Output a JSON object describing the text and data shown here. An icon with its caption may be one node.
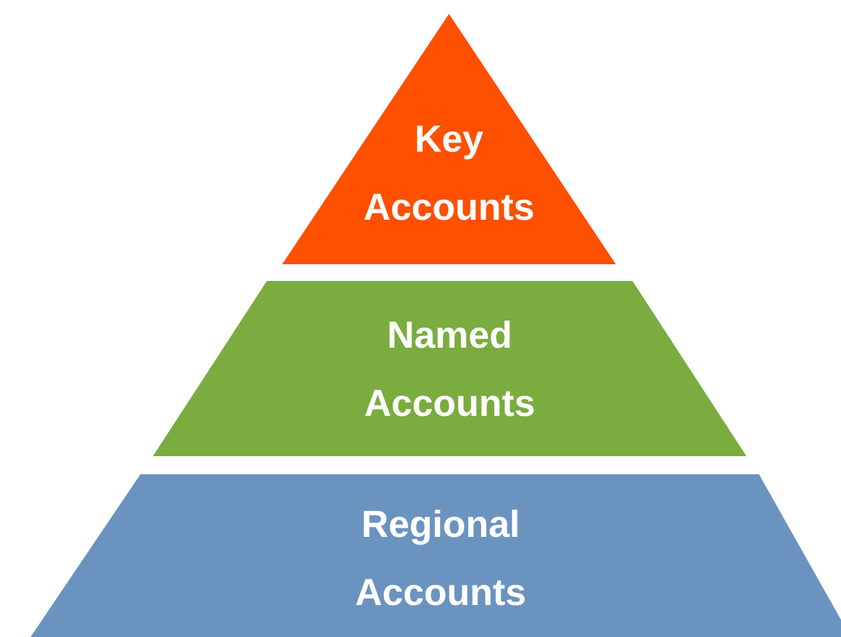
{
  "diagram": {
    "nodes": [
      {
        "text": [
          "Key Accounts"
        ]
      },
      {
        "text": [
          "Named Accounts"
        ]
      },
      {
        "text": [
          "Regional Accounts"
        ]
      }
    ]
  }
}
